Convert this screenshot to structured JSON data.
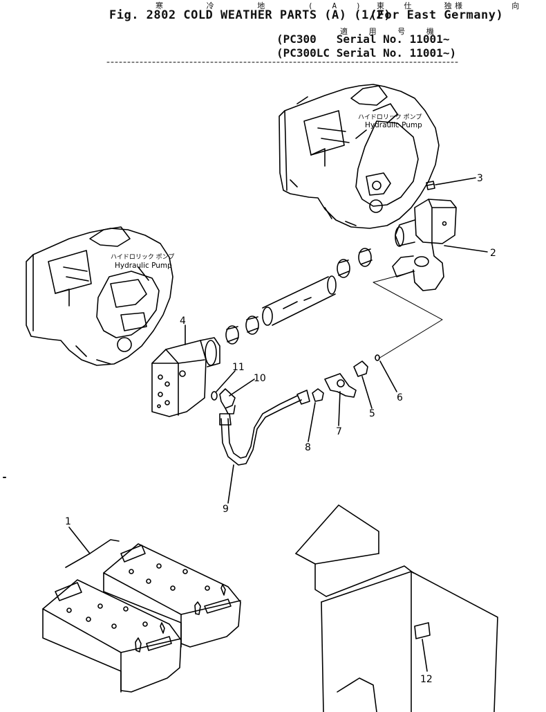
{
  "header": {
    "jp_title": "寒 冷 地 (A) 仕 様",
    "jp_region": "東 独 向",
    "title": "Fig. 2802 COLD WEATHER PARTS (A) (1/2)",
    "region": "(For East Germany)",
    "jp_applicable": "適 用 号 機",
    "serial_1": "(PC300   Serial No. 11001~",
    "serial_2": "(PC300LC Serial No. 11001~)"
  },
  "labels": {
    "pump_jp": "ハイドロリック ポンプ",
    "pump_en": "Hydraulic Pump"
  },
  "callouts": [
    "1",
    "2",
    "3",
    "4",
    "5",
    "6",
    "7",
    "8",
    "9",
    "10",
    "11",
    "12"
  ]
}
